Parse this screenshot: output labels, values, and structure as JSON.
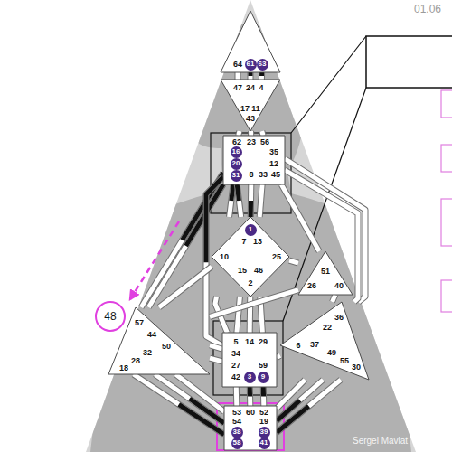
{
  "diagram": {
    "nodes": [
      {
        "text": [
          "64"
        ]
      },
      {
        "text": [
          "61"
        ],
        "in": 0
      },
      {
        "text": [
          "63"
        ],
        "in": 0
      },
      {
        "text": [
          "47",
          "24",
          "4",
          "17",
          "11",
          "43"
        ]
      },
      {
        "text": [
          "62",
          "23",
          "56",
          "35",
          "12",
          "8",
          "33",
          "45"
        ]
      },
      {
        "text": [
          "16"
        ],
        "in": 4
      },
      {
        "text": [
          "20"
        ],
        "in": 4
      },
      {
        "text": [
          "31"
        ],
        "in": 4
      },
      {
        "text": [
          "7",
          "13",
          "10",
          "25",
          "15",
          "46",
          "2"
        ]
      },
      {
        "text": [
          "1"
        ],
        "in": 8
      },
      {
        "text": [
          "51",
          "26",
          "40"
        ]
      },
      {
        "text": [
          "57",
          "44",
          "50",
          "32",
          "28",
          "18"
        ]
      },
      {
        "text": [
          "36",
          "22",
          "37",
          "6",
          "49",
          "55",
          "30"
        ]
      },
      {
        "text": [
          "5",
          "14",
          "29",
          "34",
          "27",
          "59",
          "42"
        ]
      },
      {
        "text": [
          "3"
        ],
        "in": 13
      },
      {
        "text": [
          "9"
        ],
        "in": 13
      },
      {
        "text": [
          "53",
          "60",
          "52",
          "54",
          "19"
        ]
      },
      {
        "text": [
          "38"
        ],
        "in": 16
      },
      {
        "text": [
          "39"
        ],
        "in": 16
      },
      {
        "text": [
          "58"
        ],
        "in": 16
      },
      {
        "text": [
          "41"
        ],
        "in": 16
      },
      {
        "text": [
          "48"
        ]
      }
    ],
    "edges": [
      {
        "from": 0,
        "to": 3,
        "arrow": "none"
      },
      {
        "from": 0,
        "to": 3,
        "arrow": "none"
      },
      {
        "from": 0,
        "to": 3,
        "arrow": "none"
      },
      {
        "from": 3,
        "to": 4,
        "arrow": "none"
      },
      {
        "from": 3,
        "to": 4,
        "arrow": "none"
      },
      {
        "from": 3,
        "to": 4,
        "arrow": "none"
      },
      {
        "from": 4,
        "to": 11,
        "arrow": "none"
      },
      {
        "from": 4,
        "to": 11,
        "arrow": "none"
      },
      {
        "from": 4,
        "to": 8,
        "arrow": "none"
      },
      {
        "from": 4,
        "to": 13,
        "arrow": "none"
      },
      {
        "from": 4,
        "to": 8,
        "arrow": "none"
      },
      {
        "from": 4,
        "to": 8,
        "arrow": "none"
      },
      {
        "from": 4,
        "to": 8,
        "arrow": "none"
      },
      {
        "from": 4,
        "to": 10,
        "arrow": "none"
      },
      {
        "from": 4,
        "to": 12,
        "arrow": "none"
      },
      {
        "from": 4,
        "to": 12,
        "arrow": "none"
      },
      {
        "from": 8,
        "to": 10,
        "arrow": "none"
      },
      {
        "from": 8,
        "to": 11,
        "arrow": "none"
      },
      {
        "from": 8,
        "to": 13,
        "arrow": "none"
      },
      {
        "from": 8,
        "to": 13,
        "arrow": "none"
      },
      {
        "from": 8,
        "to": 13,
        "arrow": "none"
      },
      {
        "from": 8,
        "to": 13,
        "arrow": "none"
      },
      {
        "from": 10,
        "to": 11,
        "arrow": "none"
      },
      {
        "from": 10,
        "to": 12,
        "arrow": "none"
      },
      {
        "from": 13,
        "to": 11,
        "arrow": "none"
      },
      {
        "from": 13,
        "to": 11,
        "arrow": "none"
      },
      {
        "from": 13,
        "to": 12,
        "arrow": "none"
      },
      {
        "from": 13,
        "to": 16,
        "arrow": "none"
      },
      {
        "from": 13,
        "to": 16,
        "arrow": "none"
      },
      {
        "from": 13,
        "to": 16,
        "arrow": "none"
      },
      {
        "from": 11,
        "to": 16,
        "arrow": "none"
      },
      {
        "from": 11,
        "to": 16,
        "arrow": "none"
      },
      {
        "from": 11,
        "to": 16,
        "arrow": "none"
      },
      {
        "from": 12,
        "to": 16,
        "arrow": "none"
      },
      {
        "from": 12,
        "to": 16,
        "arrow": "none"
      },
      {
        "from": 12,
        "to": 16,
        "arrow": "none"
      }
    ],
    "labels": [
      "01.06",
      "Sergei Mavlat"
    ]
  }
}
